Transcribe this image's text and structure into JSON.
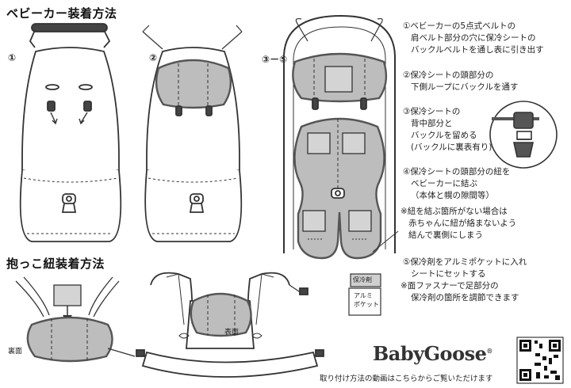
{
  "headings": {
    "stroller": "ベビーカー装着方法",
    "carrier": "抱っこ紐装着方法"
  },
  "step_labels": {
    "s1": "①",
    "s2": "②",
    "s3to5": "③－⑤"
  },
  "instructions": [
    {
      "lines": [
        "①ベビーカーの5点式ベルトの",
        "肩ベルト部分の穴に保冷シートの",
        "バックルベルトを通し表に引き出す"
      ]
    },
    {
      "lines": [
        "②保冷シートの頭部分の",
        "下側ループにバックルを通す"
      ]
    },
    {
      "lines": [
        "③保冷シートの",
        "背中部分と",
        "バックルを留める",
        "(バックルに裏表有り)"
      ]
    },
    {
      "lines": [
        "④保冷シートの頭部分の紐を",
        "ベビーカーに結ぶ",
        "（本体と幌の隙間等）"
      ]
    },
    {
      "lines": [
        "※紐を結ぶ箇所がない場合は",
        "赤ちゃんに紐が絡まないよう",
        "結んで裏側にしまう"
      ]
    },
    {
      "lines": [
        "⑤保冷剤をアルミポケットに入れ",
        "シートにセットする",
        "※面ファスナーで足部分の",
        "保冷剤の箇所を調節できます"
      ]
    }
  ],
  "labels": {
    "hozaizai": "保冷剤",
    "alumi_line1": "アルミ",
    "alumi_line2": "ポケット",
    "omote": "表面",
    "ura": "裏面"
  },
  "brand": {
    "name": "BabyGoose",
    "reg": "®",
    "video_note": "取り付け方法の動画はこちらからご覧いただけます"
  },
  "colors": {
    "sheet_fill": "#bdbdbd",
    "sheet_stroke": "#555555",
    "line": "#333333"
  }
}
